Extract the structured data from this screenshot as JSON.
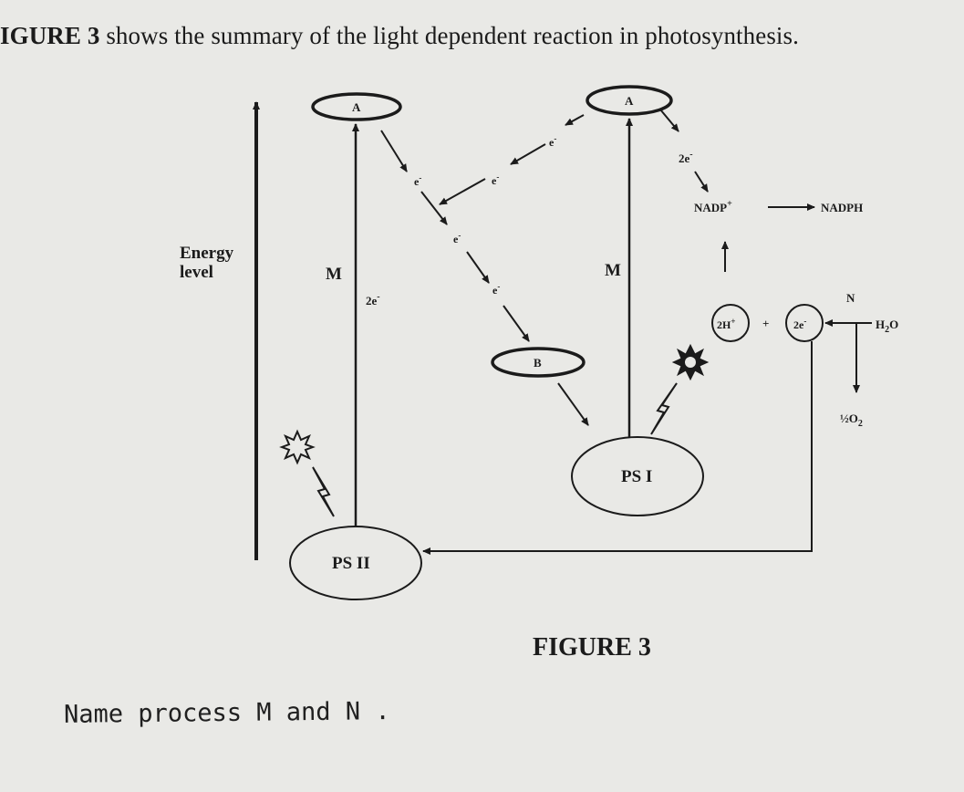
{
  "intro": {
    "figure_ref": "IGURE 3",
    "rest": " shows the summary of the light dependent reaction in photosynthesis."
  },
  "diagram": {
    "axis_label_line1": "Energy",
    "axis_label_line2": "level",
    "acceptor_left": "A",
    "acceptor_right": "A",
    "carrier": "B",
    "ps2": "PS II",
    "ps1": "PS I",
    "process_left": "M",
    "process_right": "M",
    "process_n": "N",
    "electron": "e",
    "electron_sup": "-",
    "two_e_left": "2e",
    "two_e_right": "2e",
    "nadp": "NADP",
    "nadp_sup": "+",
    "nadph": "NADPH",
    "two_h": "2H",
    "two_h_sup": "+",
    "plus": "+",
    "two_e_circle": "2e",
    "h2o": "H",
    "h2o_sub": "2",
    "h2o_tail": "O",
    "o2": "½O",
    "o2_sub": "2"
  },
  "caption": "FIGURE 3",
  "question": "Name process M and N ."
}
